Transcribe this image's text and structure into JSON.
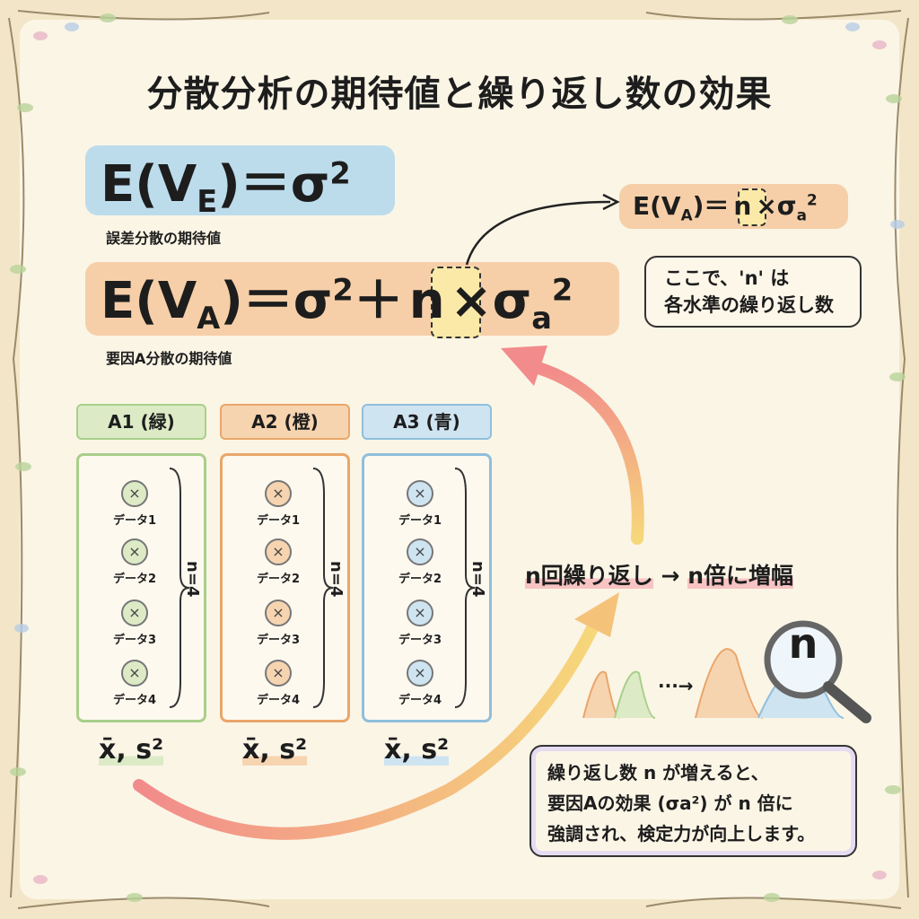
{
  "title": "分散分析の期待値と繰り返し数の効果",
  "formula_error": {
    "lhs": "E(V",
    "sub": "E",
    "rhs": ")＝σ",
    "sup": "2",
    "label": "誤差分散の期待値"
  },
  "formula_factor": {
    "lhs": "E(V",
    "sub": "A",
    "mid": ")＝σ",
    "sup": "2",
    "plus": "＋",
    "n": "n",
    "times": "×σ",
    "sub2": "a",
    "sup2": "2",
    "label": "要因A分散の期待値"
  },
  "formula_small": {
    "lhs": "E(V",
    "sub": "A",
    "eq": ")＝",
    "n": "n",
    "times": "×σ",
    "sub2": "a",
    "sup2": "2"
  },
  "callout_n": {
    "line1": "ここで、'n' は",
    "line2": "各水準の繰り返し数"
  },
  "groups": [
    {
      "label": "A1 (緑)",
      "color": "#a9cf8a",
      "fill": "#dcebc6",
      "items": [
        "データ1",
        "データ2",
        "データ3",
        "データ4"
      ],
      "n_label": "n=4",
      "stat": "x̄, s²"
    },
    {
      "label": "A2 (橙)",
      "color": "#e9a66a",
      "fill": "#f7d4b0",
      "items": [
        "データ1",
        "データ2",
        "データ3",
        "データ4"
      ],
      "n_label": "n=4",
      "stat": "x̄, s²"
    },
    {
      "label": "A3 (青)",
      "color": "#8fbfdc",
      "fill": "#cfe4f1",
      "items": [
        "データ1",
        "データ2",
        "データ3",
        "データ4"
      ],
      "n_label": "n=4",
      "stat": "x̄, s²"
    }
  ],
  "marker": "×",
  "amplify": {
    "left": "n回繰り返し",
    "arrow": "→",
    "right": "n倍に増幅"
  },
  "ellipsis": "···→",
  "magnifier_letter": "n",
  "callout_bottom": {
    "line1": "繰り返し数 n が増えると、",
    "line2": "要因Aの効果 (σa²) が n 倍に",
    "line3": "強調され、検定力が向上します。"
  }
}
